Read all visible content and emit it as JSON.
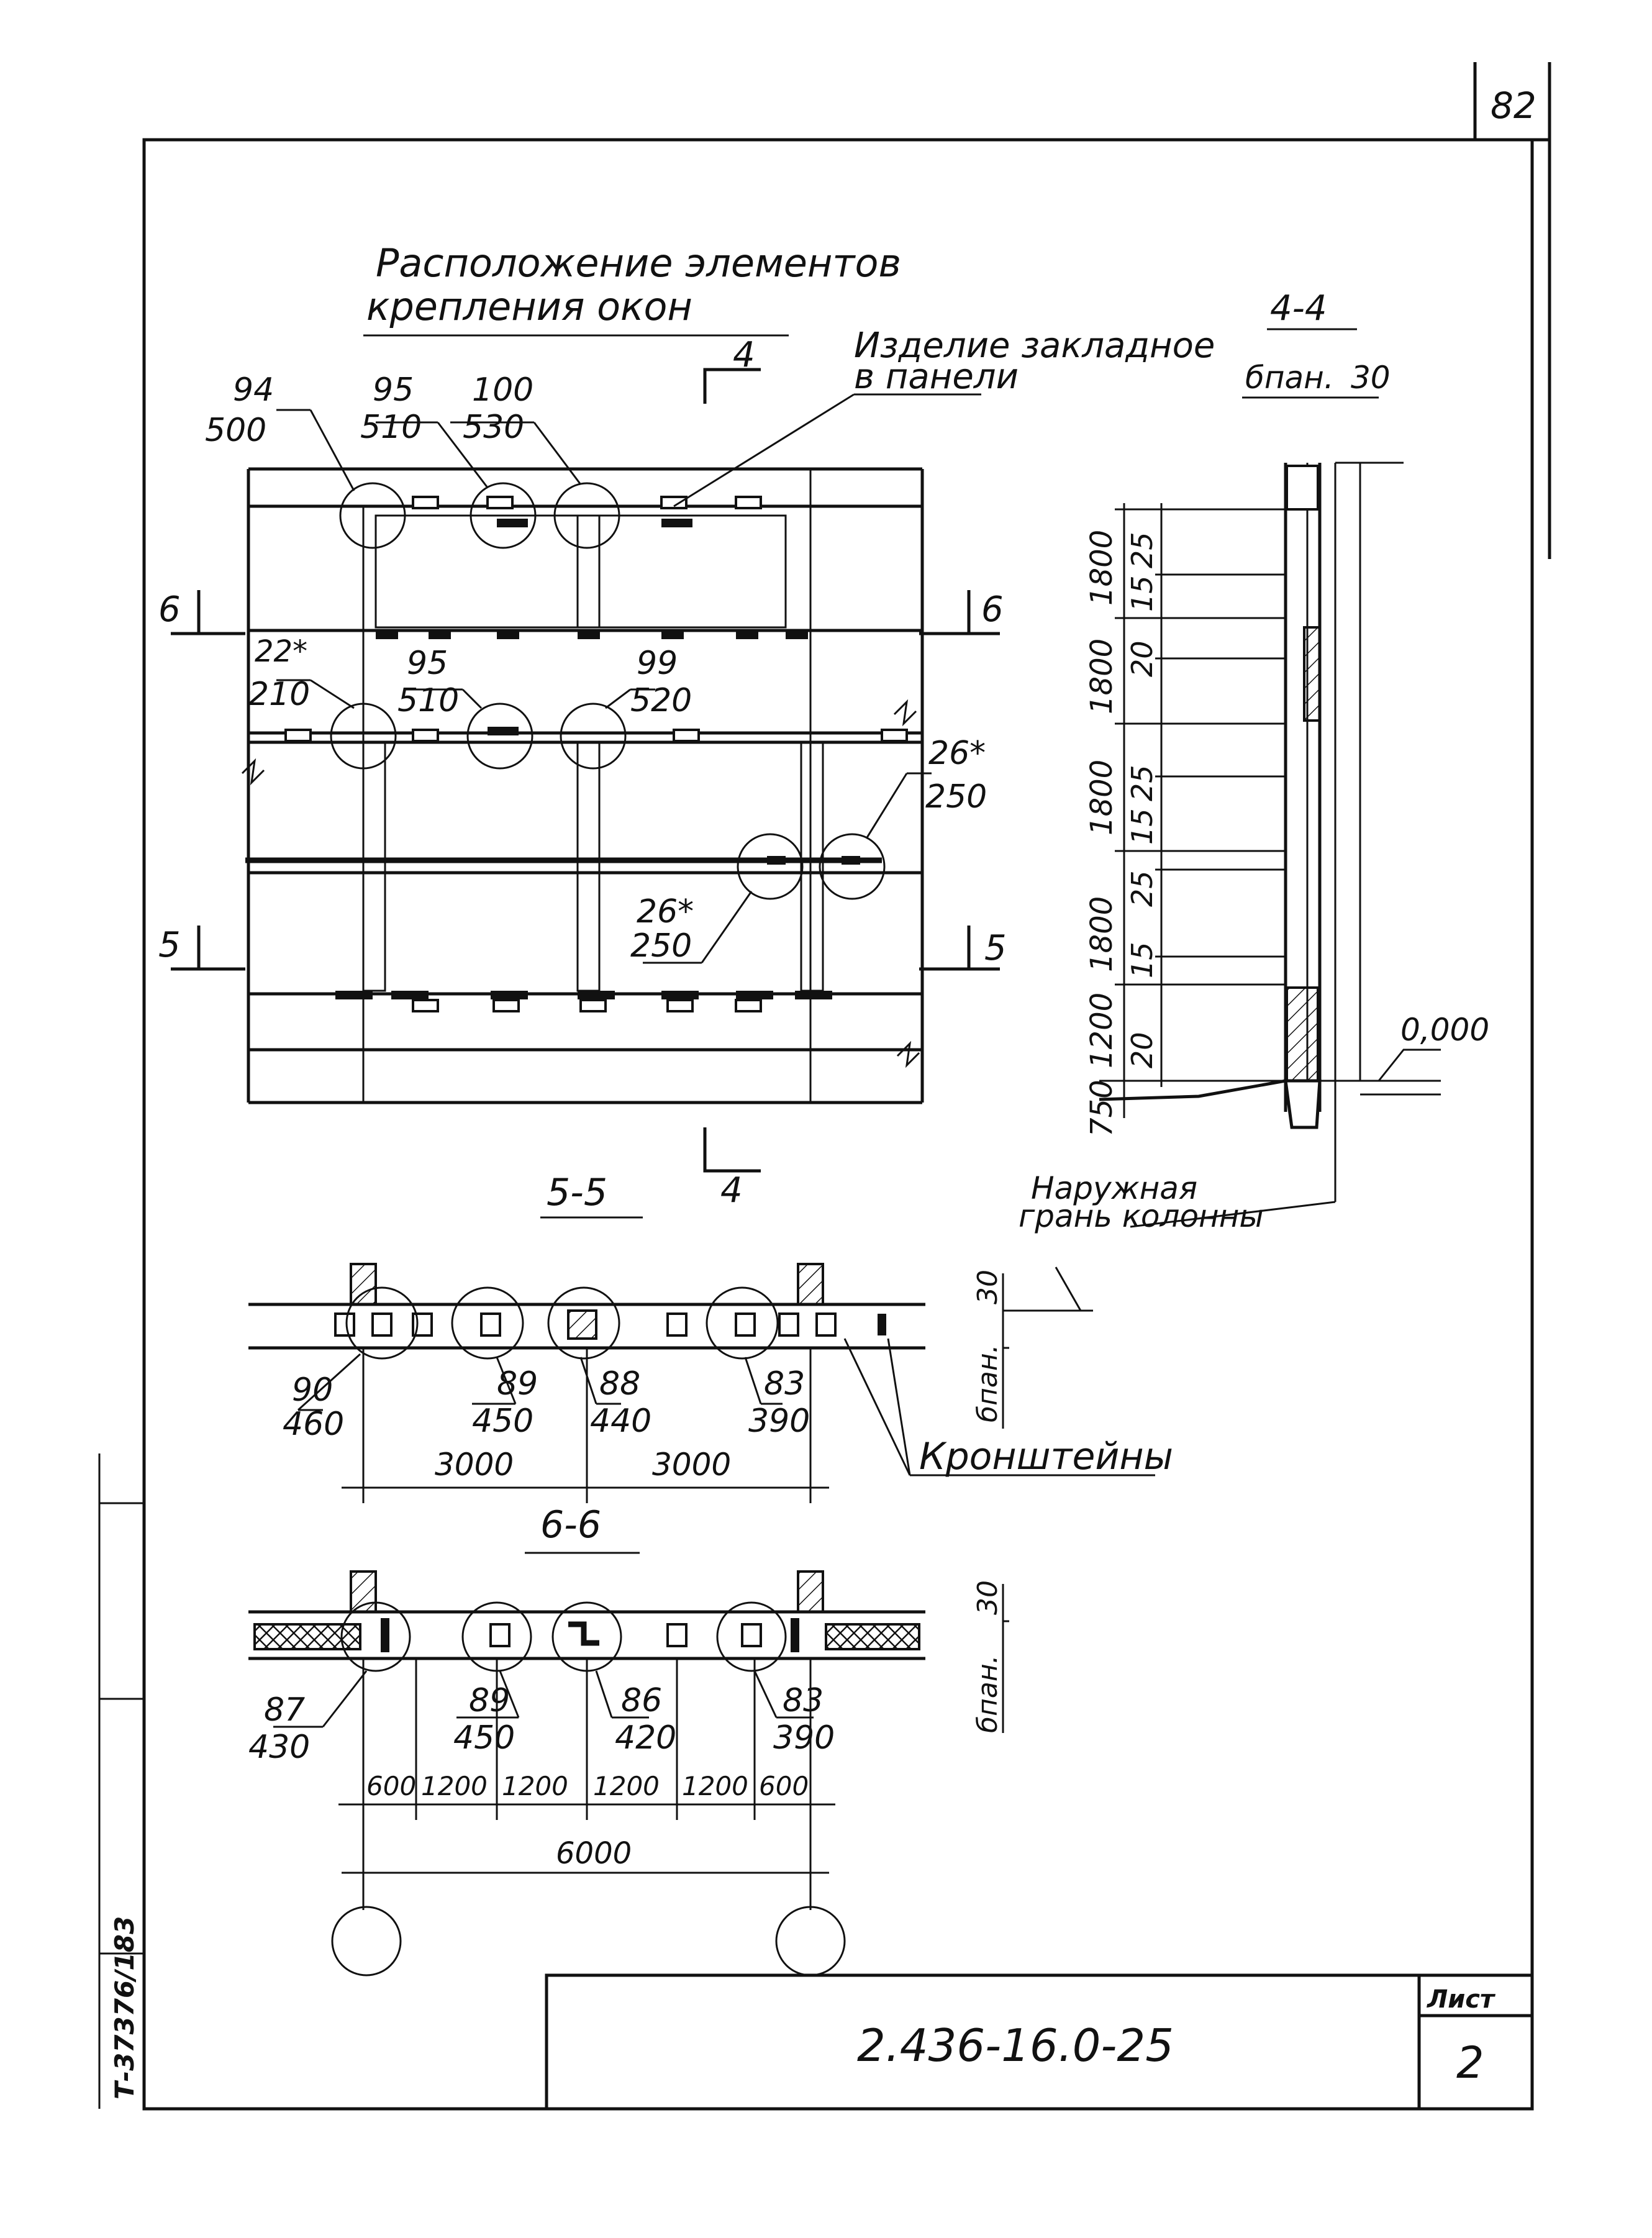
{
  "sheet": {
    "page_number": "82",
    "title_line1": "Расположение элементов",
    "title_line2": "крепления окон",
    "doc_code": "2.436-16.0-25",
    "sheet_label": "Лист",
    "sheet_number": "2",
    "archive_no": "Т-37376/183"
  },
  "plan": {
    "embedded_note_line1": "Изделие закладное",
    "embedded_note_line2": "в панели",
    "section_mark_4": "4",
    "section_mark_6": "6",
    "section_mark_5": "5",
    "callouts": [
      {
        "top": "94",
        "bottom": "500"
      },
      {
        "top": "95",
        "bottom": "510"
      },
      {
        "top": "100",
        "bottom": "530"
      },
      {
        "top": "22*",
        "bottom": "210"
      },
      {
        "top": "95",
        "bottom": "510"
      },
      {
        "top": "99",
        "bottom": "520"
      },
      {
        "top": "26*",
        "bottom": "250"
      },
      {
        "top": "26*",
        "bottom": "250"
      }
    ]
  },
  "section44": {
    "label": "4-4",
    "bpan_label": "бпан.",
    "dim_30": "30",
    "heights": [
      "1800",
      "1800",
      "1800",
      "1800",
      "1200",
      "750"
    ],
    "offsets": [
      "25",
      "15",
      "20",
      "25",
      "15",
      "25",
      "15",
      "20"
    ],
    "level": "0,000",
    "outer_face_line1": "Наружная",
    "outer_face_line2": "грань колонны"
  },
  "section55": {
    "label": "5-5",
    "dim_30": "30",
    "bpan_label": "бпан.",
    "callouts": [
      {
        "top": "90",
        "bottom": "460"
      },
      {
        "top": "89",
        "bottom": "450"
      },
      {
        "top": "88",
        "bottom": "440"
      },
      {
        "top": "83",
        "bottom": "390"
      }
    ],
    "brackets_label": "Кронштейны",
    "spans": [
      "3000",
      "3000"
    ]
  },
  "section66": {
    "label": "6-6",
    "dim_30": "30",
    "bpan_label": "бпан.",
    "callouts": [
      {
        "top": "87",
        "bottom": "430"
      },
      {
        "top": "89",
        "bottom": "450"
      },
      {
        "top": "86",
        "bottom": "420"
      },
      {
        "top": "83",
        "bottom": "390"
      }
    ],
    "spans": [
      "600",
      "1200",
      "1200",
      "1200",
      "1200",
      "600"
    ],
    "total": "6000"
  }
}
